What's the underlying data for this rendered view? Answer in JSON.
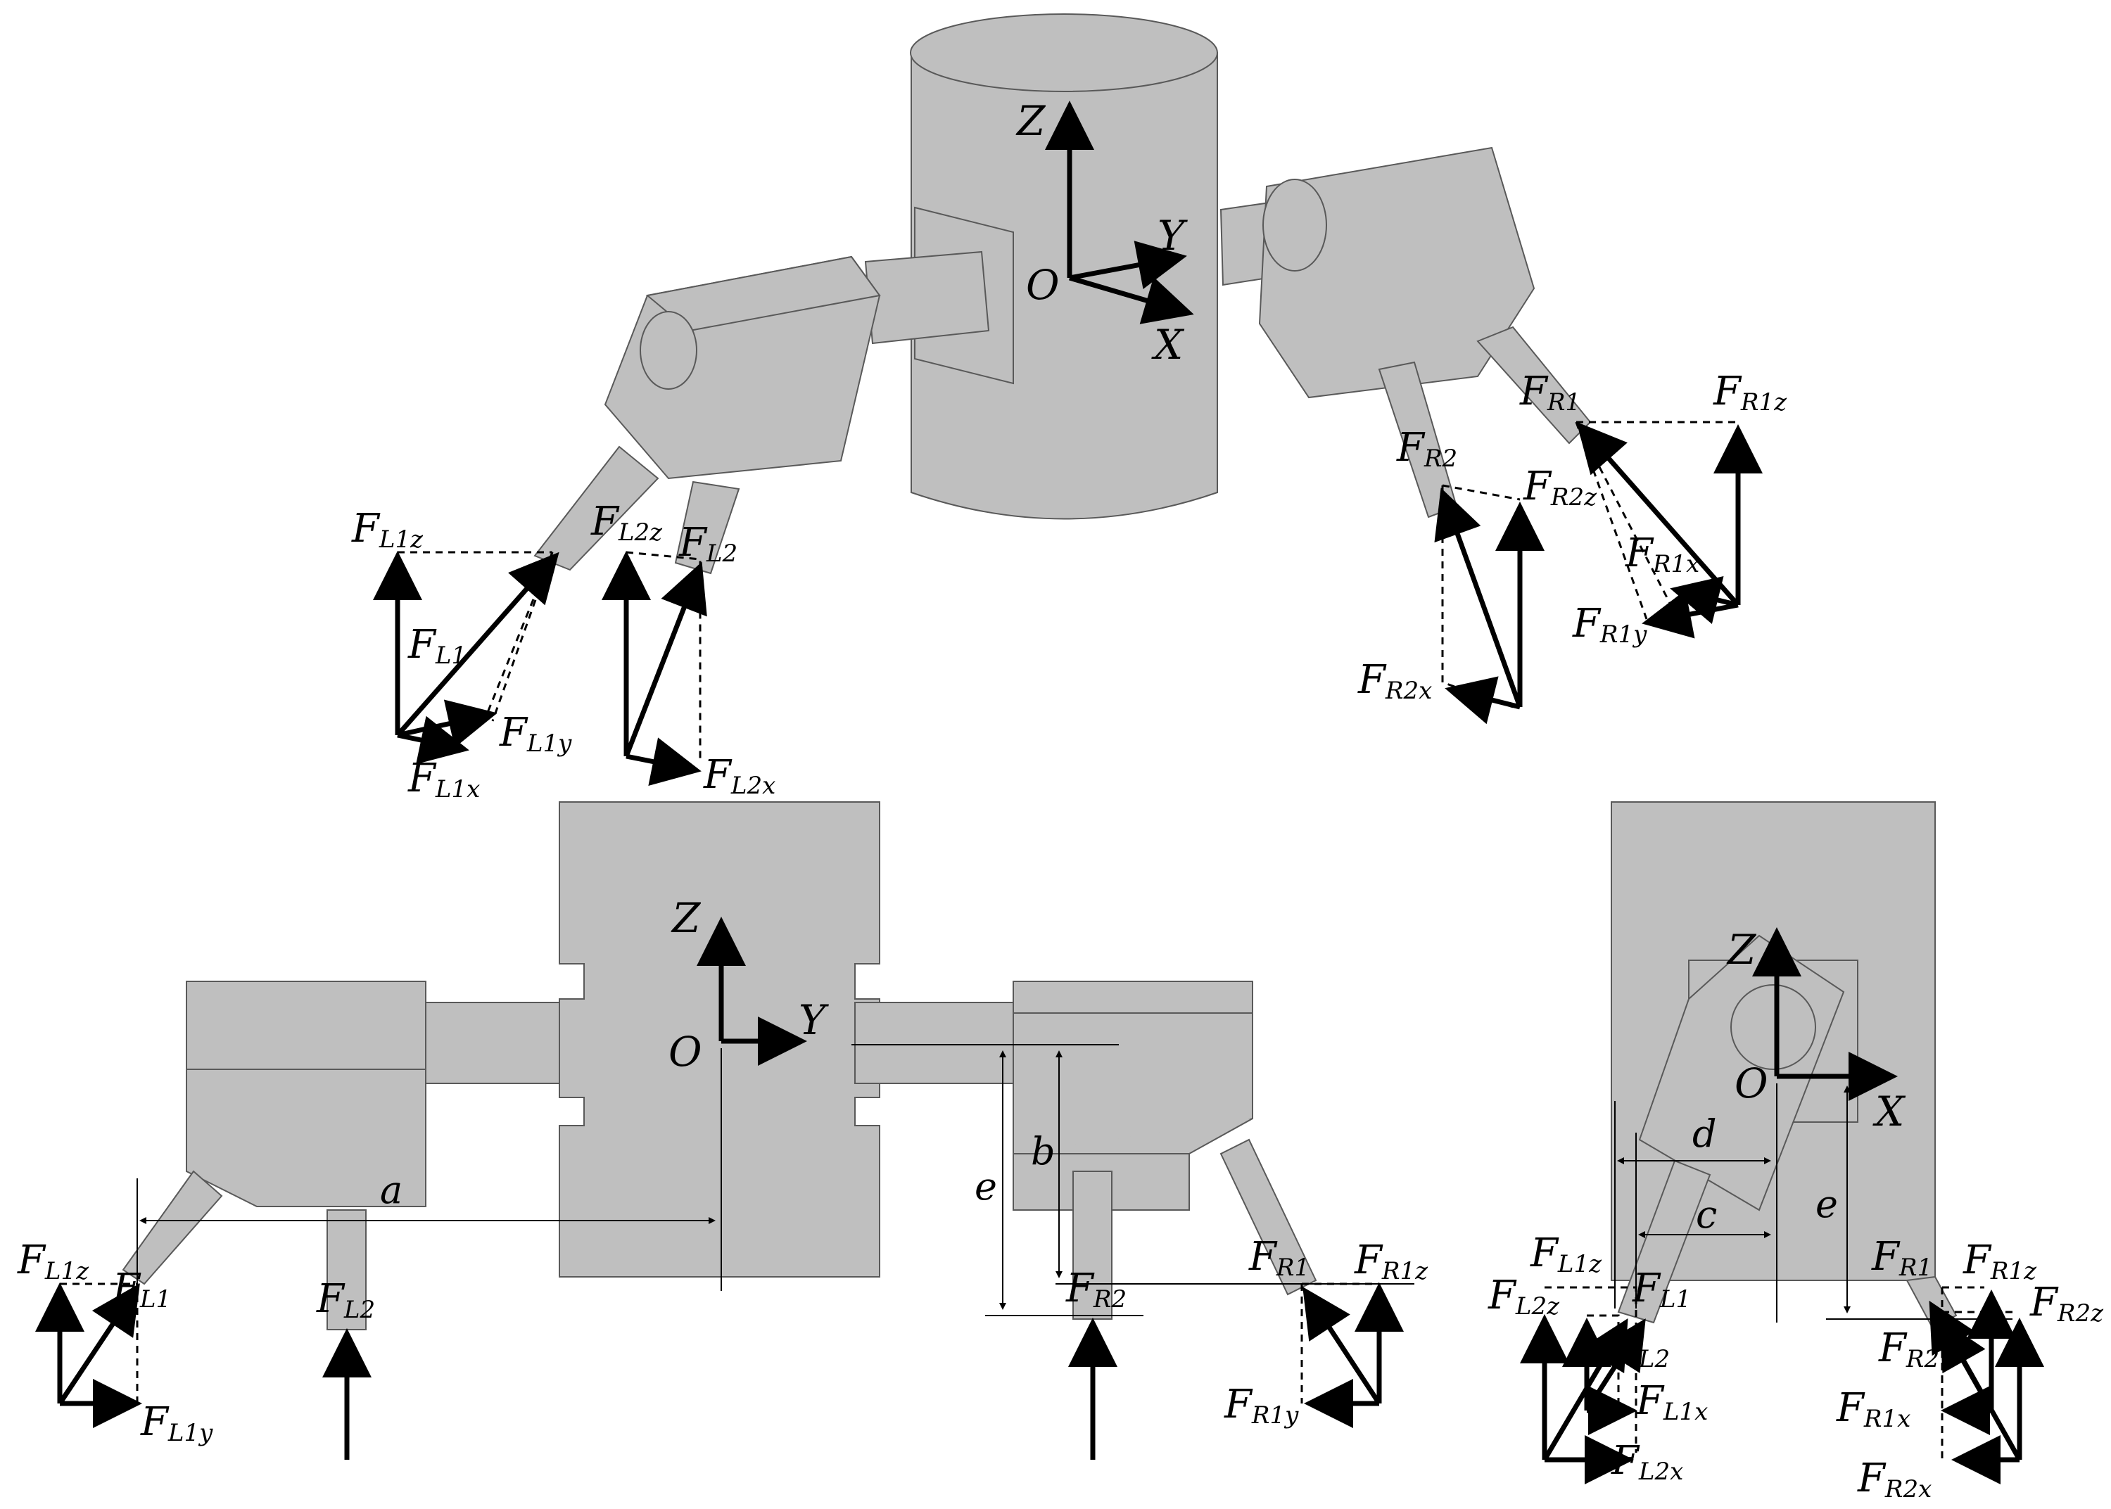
{
  "diagram": {
    "colors": {
      "body_fill": "#bfbfbf",
      "body_stroke": "#595959",
      "arrow": "#000000"
    },
    "axes": {
      "origin": "O",
      "x": "X",
      "y": "Y",
      "z": "Z"
    },
    "dims": {
      "a": "a",
      "b": "b",
      "c": "c",
      "d": "d",
      "e": "e"
    },
    "iso_view": {
      "FL1": "L1",
      "FL1x": "L1x",
      "FL1y": "L1y",
      "FL1z": "L1z",
      "FL2": "L2",
      "FL2x": "L2x",
      "FL2z": "L2z",
      "FR1": "R1",
      "FR1x": "R1x",
      "FR1y": "R1y",
      "FR1z": "R1z",
      "FR2": "R2",
      "FR2x": "R2x",
      "FR2z": "R2z"
    },
    "front_view": {
      "FL1": "L1",
      "FL1y": "L1y",
      "FL1z": "L1z",
      "FL2": "L2",
      "FR1": "R1",
      "FR1y": "R1y",
      "FR1z": "R1z",
      "FR2": "R2"
    },
    "side_view": {
      "FL1": "L1",
      "FL1x": "L1x",
      "FL1z": "L1z",
      "FL2": "L2",
      "FL2x": "L2x",
      "FL2z": "L2z",
      "FR1": "R1",
      "FR1x": "R1x",
      "FR1z": "R1z",
      "FR2": "R2",
      "FR2x": "R2x",
      "FR2z": "R2z"
    },
    "force_symbol": "F"
  }
}
